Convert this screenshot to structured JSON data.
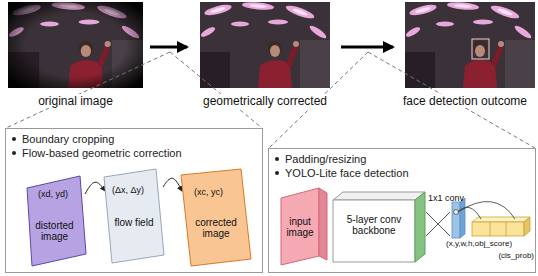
{
  "diagram": {
    "nodes": [
      {
        "text": [
          "original image"
        ]
      },
      {
        "text": [
          "geometrically corrected"
        ]
      },
      {
        "text": [
          "face detection outcome"
        ]
      },
      {
        "text": [
          "Boundary cropping",
          "Flow-based geometric correction"
        ]
      },
      {
        "text": [
          "distorted image"
        ],
        "in": 3
      },
      {
        "text": [
          "flow field"
        ],
        "in": 3
      },
      {
        "text": [
          "corrected image"
        ],
        "in": 3
      },
      {
        "text": [
          "Padding/resizing",
          "YOLO-Lite face detection"
        ]
      },
      {
        "text": [
          "input image"
        ],
        "in": 7
      },
      {
        "text": [
          "5-layer conv backbone"
        ],
        "in": 7
      }
    ],
    "edges": [
      {
        "from": 0,
        "to": 1,
        "arrow": "to"
      },
      {
        "from": 1,
        "to": 2,
        "arrow": "to"
      },
      {
        "from": 4,
        "to": 5,
        "arrow": "to"
      },
      {
        "from": 5,
        "to": 6,
        "arrow": "to"
      }
    ],
    "labels": [
      "(xd, yd)",
      "(Δx, Δy)",
      "(xc, yc)",
      "1x1 conv",
      "(x,y,w,h,obj_score)",
      "(cls_prob)"
    ]
  }
}
